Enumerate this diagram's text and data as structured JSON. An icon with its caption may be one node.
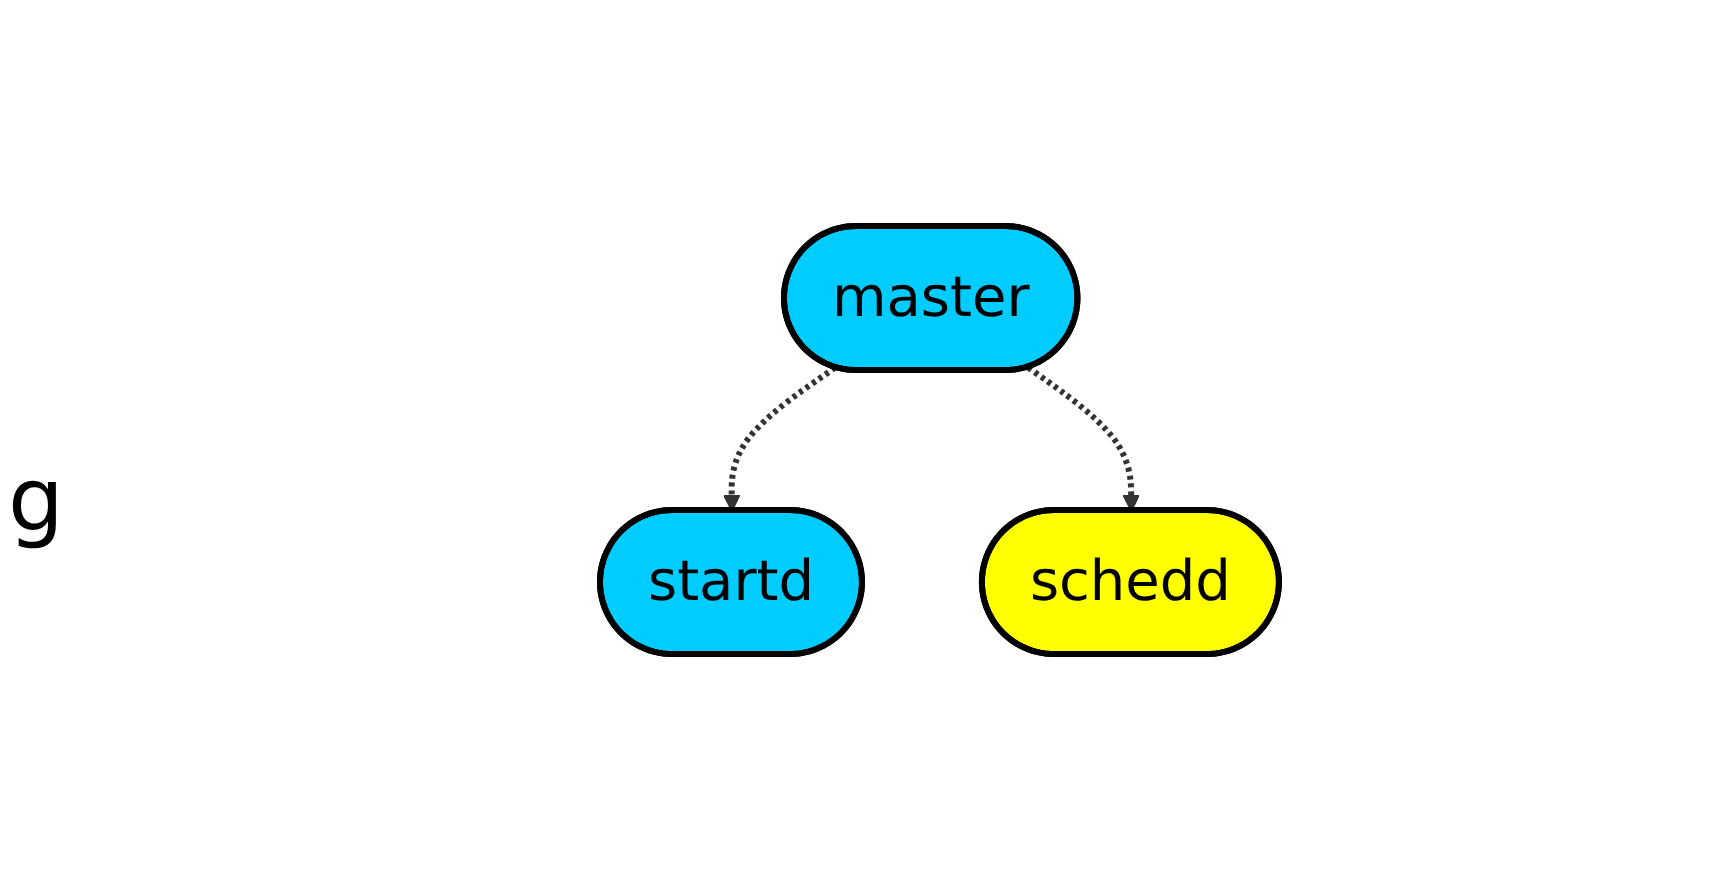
{
  "diagram": {
    "nodes": [
      {
        "text": [
          "master"
        ]
      },
      {
        "text": [
          "startd"
        ]
      },
      {
        "text": [
          "schedd"
        ]
      }
    ],
    "edges": [
      {
        "from": 0,
        "to": 1,
        "arrow": "to",
        "style": "dashed"
      },
      {
        "from": 0,
        "to": 2,
        "arrow": "to",
        "style": "dashed"
      }
    ],
    "labels": [
      "g"
    ]
  }
}
